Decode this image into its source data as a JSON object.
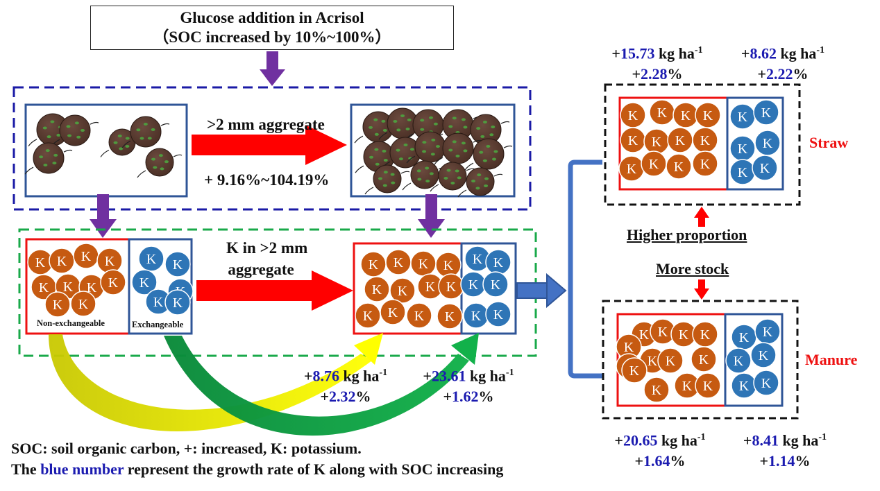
{
  "title": {
    "line1": "Glucose addition in Acrisol",
    "line2": "（SOC increased by 10%~100%）"
  },
  "aggregate": {
    "label": ">2 mm aggregate",
    "increase": "+ 9.16%~104.19%"
  },
  "k_section": {
    "label_line1": "K in >2 mm",
    "label_line2": "aggregate",
    "non_exchangeable": "Non-exchangeable",
    "exchangeable": "Exchangeable",
    "k_letter": "K"
  },
  "glucose_values": {
    "left": {
      "prefix1": "+",
      "value1": "8.76",
      "unit1": " kg ha",
      "sup1": "-1",
      "prefix2": "+",
      "value2": "2.32",
      "suffix2": "%"
    },
    "right": {
      "prefix1": "+",
      "value1": "23.61",
      "unit1": " kg ha",
      "sup1": "-1",
      "prefix2": "+",
      "value2": "1.62",
      "suffix2": "%"
    }
  },
  "straw": {
    "label": "Straw",
    "left": {
      "prefix1": "+",
      "value1": "15.73",
      "unit1": " kg ha",
      "sup1": "-1",
      "prefix2": "+",
      "value2": "2.28",
      "suffix2": "%"
    },
    "right": {
      "prefix1": "+",
      "value1": "8.62",
      "unit1": " kg ha",
      "sup1": "-1",
      "prefix2": "+",
      "value2": "2.22",
      "suffix2": "%"
    }
  },
  "manure": {
    "label": "Manure",
    "left": {
      "prefix1": "+",
      "value1": "20.65",
      "unit1": " kg ha",
      "sup1": "-1",
      "prefix2": "+",
      "value2": "1.64",
      "suffix2": "%"
    },
    "right": {
      "prefix1": "+",
      "value1": "8.41",
      "unit1": " kg ha",
      "sup1": "-1",
      "prefix2": "+",
      "value2": "1.14",
      "suffix2": "%"
    }
  },
  "comparisons": {
    "higher": "Higher proportion",
    "more": "More stock"
  },
  "footer": {
    "line1": "SOC: soil organic carbon, +: increased, K: potassium.",
    "line2_a": "The ",
    "line2_blue": "blue number",
    "line2_b": " represent the growth rate of K along with SOC increasing"
  },
  "colors": {
    "blue_text": "#1b1bb0",
    "red_box": "#ee1111",
    "k_brown": "#c65a11",
    "k_blue": "#2e75b6",
    "purple_arrow": "#7030a0",
    "red_arrow": "#ff0000",
    "dashed_blue": "#1a1aa6",
    "dashed_green": "#19a94a",
    "box_blue": "#2f5597"
  }
}
